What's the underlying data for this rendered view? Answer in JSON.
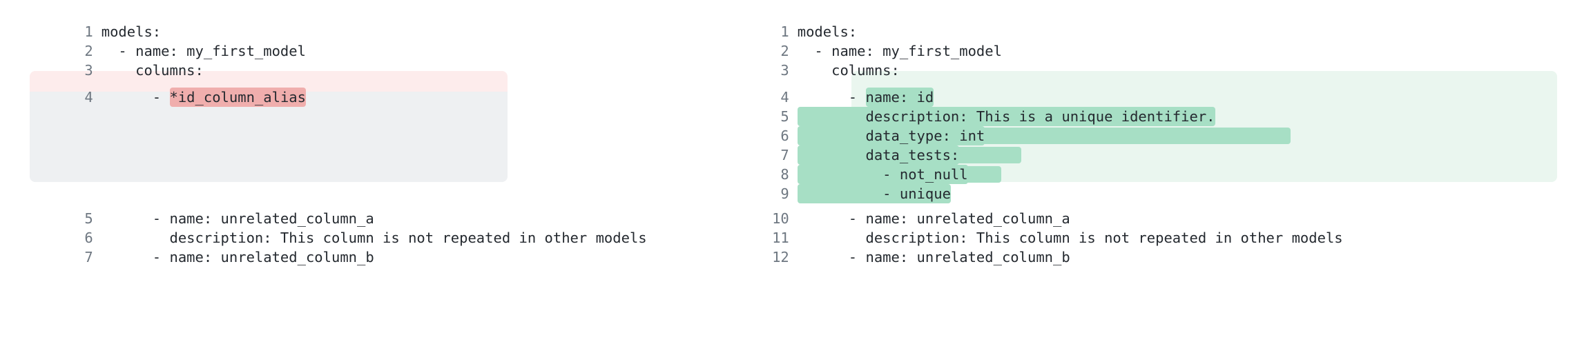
{
  "view": {
    "type": "side-by-side-code-diff",
    "language": "yaml",
    "colors": {
      "removed_block_bg": "#fdecec",
      "removed_text_bg": "#f0aead",
      "added_block_bg": "#eaf6ef",
      "added_text_bg": "#a7dfc5",
      "placeholder_bg": "#eef0f2",
      "line_number_color": "#6e7781",
      "text_color": "#24292f",
      "page_bg": "#ffffff"
    }
  },
  "left_panel": {
    "name": "before",
    "lines": [
      {
        "number": "1",
        "text": "models:",
        "state": "context"
      },
      {
        "number": "2",
        "text": "  - name: my_first_model",
        "state": "context"
      },
      {
        "number": "3",
        "text": "    columns:",
        "state": "context"
      },
      {
        "number": "4",
        "text": "      - ",
        "highlight": "*id_column_alias",
        "state": "removed"
      },
      {
        "number": "5",
        "text": "      - name: unrelated_column_a",
        "state": "context"
      },
      {
        "number": "6",
        "text": "        description: This column is not repeated in other models",
        "state": "context"
      },
      {
        "number": "7",
        "text": "      - name: unrelated_column_b",
        "state": "context"
      }
    ]
  },
  "right_panel": {
    "name": "after",
    "lines": [
      {
        "number": "1",
        "text": "models:",
        "state": "context"
      },
      {
        "number": "2",
        "text": "  - name: my_first_model",
        "state": "context"
      },
      {
        "number": "3",
        "text": "    columns:",
        "state": "context"
      },
      {
        "number": "4",
        "text": "      - ",
        "highlight": "name: id",
        "state": "added"
      },
      {
        "number": "5",
        "text": "",
        "highlight": "        description: This is a unique identifier.",
        "state": "added"
      },
      {
        "number": "6",
        "text": "",
        "highlight": "        data_type: int",
        "state": "added"
      },
      {
        "number": "7",
        "text": "",
        "highlight": "        data_tests:",
        "state": "added"
      },
      {
        "number": "8",
        "text": "",
        "highlight": "          - not_null",
        "state": "added"
      },
      {
        "number": "9",
        "text": "",
        "highlight": "          - unique",
        "state": "added"
      },
      {
        "number": "10",
        "text": "      - name: unrelated_column_a",
        "state": "context"
      },
      {
        "number": "11",
        "text": "        description: This column is not repeated in other models",
        "state": "context"
      },
      {
        "number": "12",
        "text": "      - name: unrelated_column_b",
        "state": "context"
      }
    ]
  }
}
